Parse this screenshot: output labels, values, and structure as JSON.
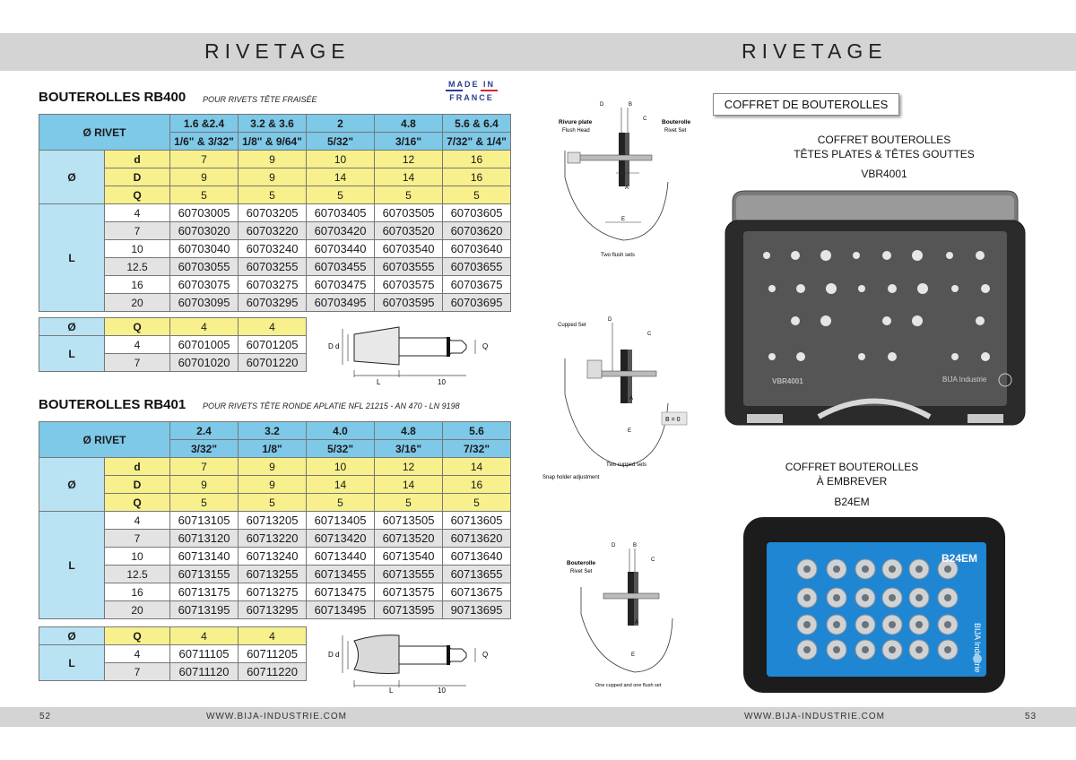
{
  "header": {
    "left_title": "RIVETAGE",
    "right_title": "RIVETAGE"
  },
  "footer": {
    "left_page": "52",
    "left_site": "WWW.BIJA-INDUSTRIE.COM",
    "right_site": "WWW.BIJA-INDUSTRIE.COM",
    "right_page": "53"
  },
  "made_in": {
    "line1": "MADE IN",
    "line2": "FRANCE"
  },
  "rb400": {
    "title": "BOUTEROLLES RB400",
    "subtitle": "POUR RIVETS TÊTE FRAISÉE",
    "rivet_label": "Ø RIVET",
    "sizes": [
      "1.6 &2.4",
      "3.2 & 3.6",
      "2",
      "4.8",
      "5.6 & 6.4"
    ],
    "sizes_inch": [
      "1/6\" & 3/32\"",
      "1/8\" & 9/64\"",
      "5/32\"",
      "3/16\"",
      "7/32\" & 1/4\""
    ],
    "dia_label": "Ø",
    "dims": [
      {
        "key": "d",
        "values": [
          "7",
          "9",
          "10",
          "12",
          "16"
        ]
      },
      {
        "key": "D",
        "values": [
          "9",
          "9",
          "14",
          "14",
          "16"
        ]
      },
      {
        "key": "Q",
        "values": [
          "5",
          "5",
          "5",
          "5",
          "5"
        ]
      }
    ],
    "l_label": "L",
    "rows": [
      {
        "l": "4",
        "refs": [
          "60703005",
          "60703205",
          "60703405",
          "60703505",
          "60703605"
        ]
      },
      {
        "l": "7",
        "refs": [
          "60703020",
          "60703220",
          "60703420",
          "60703520",
          "60703620"
        ]
      },
      {
        "l": "10",
        "refs": [
          "60703040",
          "60703240",
          "60703440",
          "60703540",
          "60703640"
        ]
      },
      {
        "l": "12.5",
        "refs": [
          "60703055",
          "60703255",
          "60703455",
          "60703555",
          "60703655"
        ]
      },
      {
        "l": "16",
        "refs": [
          "60703075",
          "60703275",
          "60703475",
          "60703575",
          "60703675"
        ]
      },
      {
        "l": "20",
        "refs": [
          "60703095",
          "60703295",
          "60703495",
          "60703595",
          "60703695"
        ]
      }
    ],
    "small": {
      "dia_label": "Ø",
      "q_label": "Q",
      "q_values": [
        "4",
        "4"
      ],
      "l_label": "L",
      "rows": [
        {
          "l": "4",
          "refs": [
            "60701005",
            "60701205"
          ]
        },
        {
          "l": "7",
          "refs": [
            "60701020",
            "60701220"
          ]
        }
      ]
    },
    "drawing": {
      "D": "D",
      "d": "d",
      "Q": "Q",
      "L": "L",
      "len": "10"
    }
  },
  "rb401": {
    "title": "BOUTEROLLES RB401",
    "subtitle": "POUR RIVETS TÊTE RONDE APLATIE  NFL 21215 - AN 470 - LN 9198",
    "rivet_label": "Ø RIVET",
    "sizes": [
      "2.4",
      "3.2",
      "4.0",
      "4.8",
      "5.6"
    ],
    "sizes_inch": [
      "3/32\"",
      "1/8\"",
      "5/32\"",
      "3/16\"",
      "7/32\""
    ],
    "dia_label": "Ø",
    "dims": [
      {
        "key": "d",
        "values": [
          "7",
          "9",
          "10",
          "12",
          "14"
        ]
      },
      {
        "key": "D",
        "values": [
          "9",
          "9",
          "14",
          "14",
          "16"
        ]
      },
      {
        "key": "Q",
        "values": [
          "5",
          "5",
          "5",
          "5",
          "5"
        ]
      }
    ],
    "l_label": "L",
    "rows": [
      {
        "l": "4",
        "refs": [
          "60713105",
          "60713205",
          "60713405",
          "60713505",
          "60713605"
        ]
      },
      {
        "l": "7",
        "refs": [
          "60713120",
          "60713220",
          "60713420",
          "60713520",
          "60713620"
        ]
      },
      {
        "l": "10",
        "refs": [
          "60713140",
          "60713240",
          "60713440",
          "60713540",
          "60713640"
        ]
      },
      {
        "l": "12.5",
        "refs": [
          "60713155",
          "60713255",
          "60713455",
          "60713555",
          "60713655"
        ]
      },
      {
        "l": "16",
        "refs": [
          "60713175",
          "60713275",
          "60713475",
          "60713575",
          "60713675"
        ]
      },
      {
        "l": "20",
        "refs": [
          "60713195",
          "60713295",
          "60713495",
          "60713595",
          "90713695"
        ]
      }
    ],
    "small": {
      "dia_label": "Ø",
      "q_label": "Q",
      "q_values": [
        "4",
        "4"
      ],
      "l_label": "L",
      "rows": [
        {
          "l": "4",
          "refs": [
            "60711105",
            "60711205"
          ]
        },
        {
          "l": "7",
          "refs": [
            "60711120",
            "60711220"
          ]
        }
      ]
    },
    "drawing": {
      "D": "D",
      "d": "d",
      "Q": "Q",
      "L": "L",
      "len": "10"
    }
  },
  "diagrams": {
    "d1": {
      "rivure": "Rivure plate",
      "flush": "Flush Head",
      "bouterolle": "Bouterolle",
      "rivet_set": "Rivet Set",
      "caption": "Two flush sets",
      "D": "D",
      "B": "B",
      "C": "C",
      "A": "A",
      "E": "E"
    },
    "d2": {
      "cupped": "Cupped Set",
      "b0": "B = 0",
      "caption": "Two cupped sets",
      "snap": "Snap holder adjustment",
      "D": "D",
      "C": "C",
      "A": "A",
      "E": "E"
    },
    "d3": {
      "bouterolle": "Bouterolle",
      "rivet_set": "Rivet Set",
      "caption": "One cupped and one flush set",
      "D": "D",
      "B": "B",
      "C": "C",
      "A": "A",
      "E": "E"
    }
  },
  "coffret": {
    "heading": "COFFRET DE BOUTEROLLES",
    "box1": {
      "line1": "COFFRET BOUTEROLLES",
      "line2": "TÊTES PLATES & TÊTES GOUTTES",
      "ref": "VBR4001",
      "case_label": "VBR4001",
      "brand": "BIJA Industrie"
    },
    "box2": {
      "line1": "COFFRET BOUTEROLLES",
      "line2": "À EMBREVER",
      "ref": "B24EM",
      "case_label": "B24EM",
      "brand": "BIJA Industrie"
    }
  },
  "colors": {
    "header_blue": "#7ec8e8",
    "sub_blue": "#b9e2f3",
    "yellow": "#f7f08d",
    "grey_row": "#e3e3e3",
    "band": "#d4d4d4",
    "case_blue": "#1f86d4"
  }
}
